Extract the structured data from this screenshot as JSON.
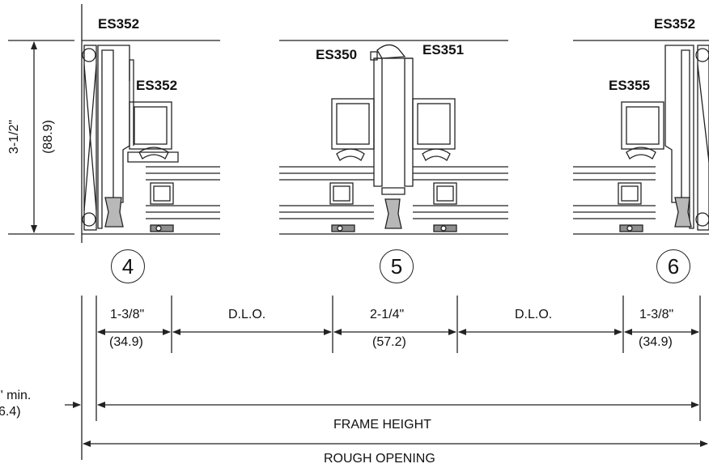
{
  "profiles": {
    "left_top": "ES352",
    "left_inner": "ES352",
    "center_left": "ES350",
    "center_right": "ES351",
    "right_top": "ES352",
    "right_inner": "ES355"
  },
  "details": [
    "4",
    "5",
    "6"
  ],
  "height_dimension": {
    "value": "3-1/2\"",
    "metric": "(88.9)"
  },
  "segments": [
    {
      "value": "1-3/8\"",
      "metric": "(34.9)"
    },
    {
      "value": "D.L.O."
    },
    {
      "value": "2-1/4\"",
      "metric": "(57.2)"
    },
    {
      "value": "D.L.O."
    },
    {
      "value": "1-3/8\"",
      "metric": "(34.9)"
    }
  ],
  "shim": {
    "value": "\" min.",
    "metric": "6.4)"
  },
  "overall": {
    "frame_height": "FRAME HEIGHT",
    "rough_opening": "ROUGH OPENING"
  },
  "colors": {
    "line": "#222222",
    "gasket": "#8e8e8e",
    "glass_fill": "#ffffff"
  }
}
